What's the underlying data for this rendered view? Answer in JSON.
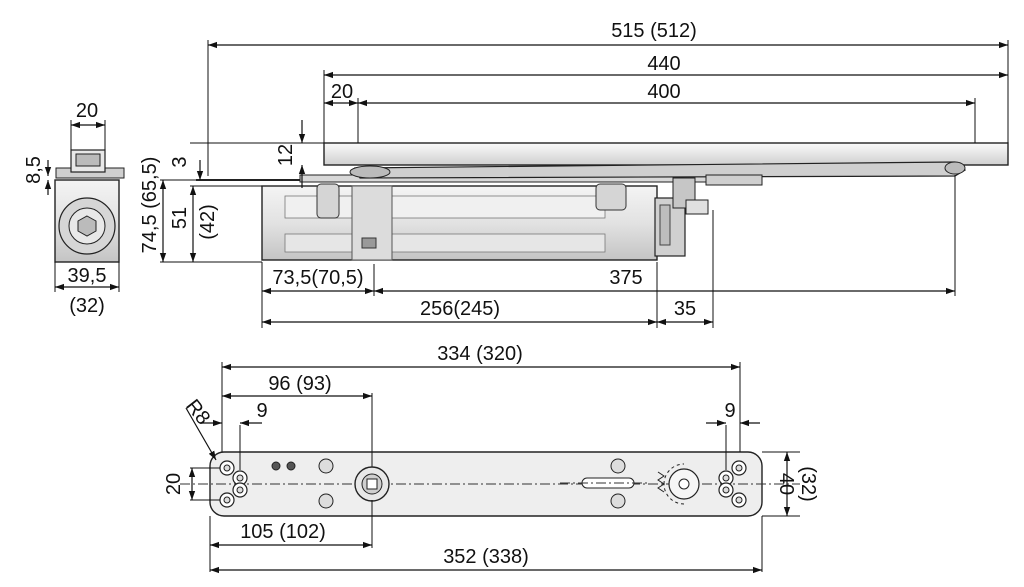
{
  "colors": {
    "line": "#111111",
    "part_fill": "#eeeeee",
    "part_shade": "#c8c8c8",
    "part_dark": "#9a9a9a",
    "background": "#ffffff"
  },
  "dimensions": {
    "arm_total": "515 (512)",
    "arm_rail": "440",
    "rail_offset": "20",
    "rail_slot": "400",
    "rail_height": "12",
    "plate_thickness": "3",
    "body_height_total": "74,5 (65,5)",
    "body_height": "51",
    "body_height_alt": "(42)",
    "side_width_top": "20",
    "side_top_height": "8,5",
    "side_width": "39,5",
    "side_width_alt": "(32)",
    "body_offset": "73,5(70,5)",
    "arm_reach": "375",
    "body_length": "256(245)",
    "body_tail": "35",
    "plate_length_inner": "334 (320)",
    "plate_pivot_offset": "96 (93)",
    "corner_radius": "R8",
    "hole_spacing_left": "9",
    "hole_spacing_right": "9",
    "hole_pitch_vertical": "20",
    "plate_width": "40",
    "plate_width_alt": "(32)",
    "pivot_from_edge": "105 (102)",
    "plate_length_total": "352 (338)"
  }
}
